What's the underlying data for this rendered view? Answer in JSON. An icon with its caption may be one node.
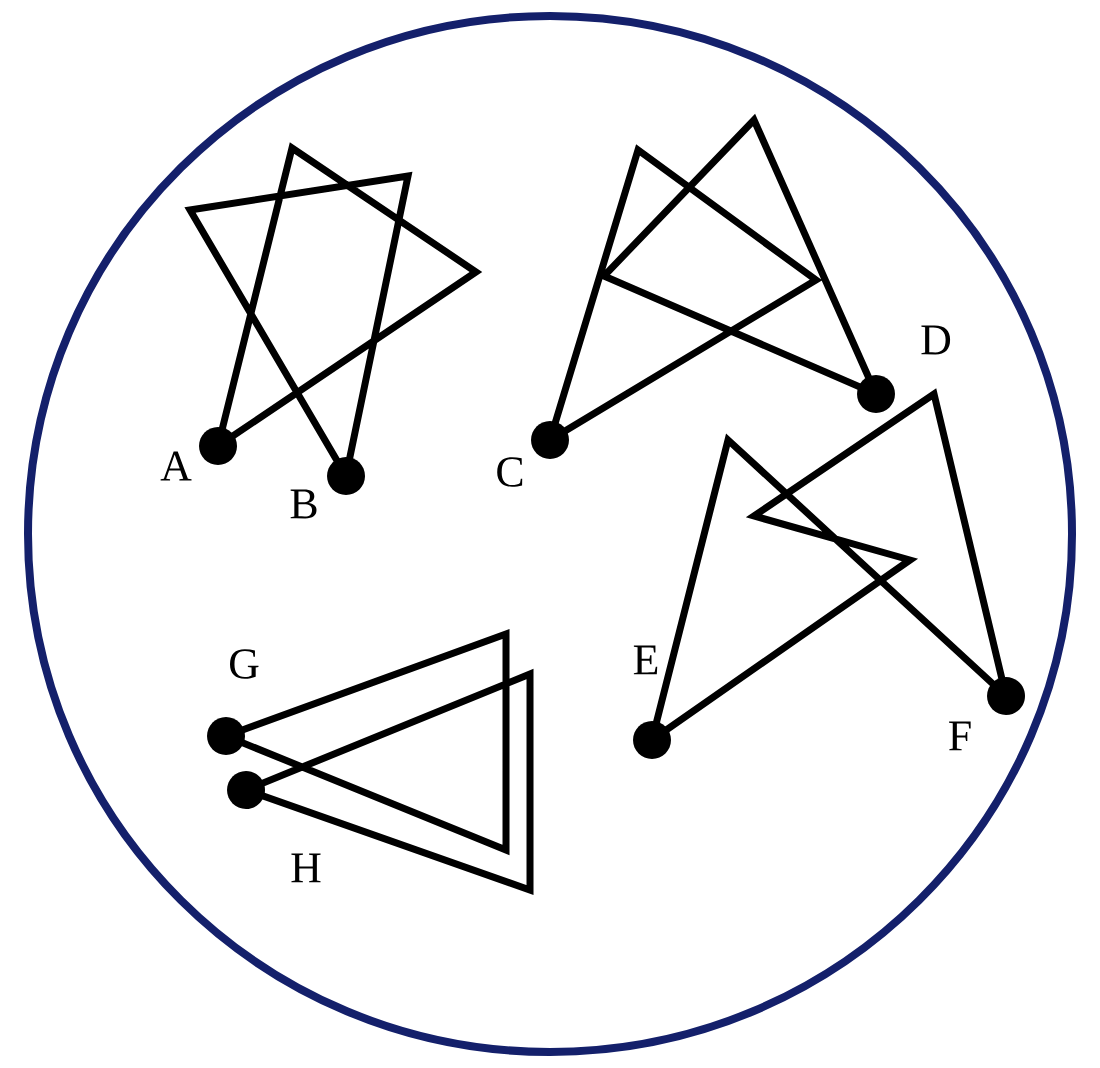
{
  "diagram": {
    "nodes": [
      {
        "text": [],
        "shape": "circle",
        "beside": [
          "A"
        ]
      },
      {
        "text": [],
        "shape": "circle",
        "beside": [
          "B"
        ]
      },
      {
        "text": [],
        "shape": "circle",
        "beside": [
          "C"
        ]
      },
      {
        "text": [],
        "shape": "circle",
        "beside": [
          "D"
        ]
      },
      {
        "text": [],
        "shape": "circle",
        "beside": [
          "E"
        ]
      },
      {
        "text": [],
        "shape": "circle",
        "beside": [
          "F"
        ]
      },
      {
        "text": [],
        "shape": "circle",
        "beside": [
          "G"
        ]
      },
      {
        "text": [],
        "shape": "circle",
        "beside": [
          "H"
        ]
      }
    ]
  }
}
